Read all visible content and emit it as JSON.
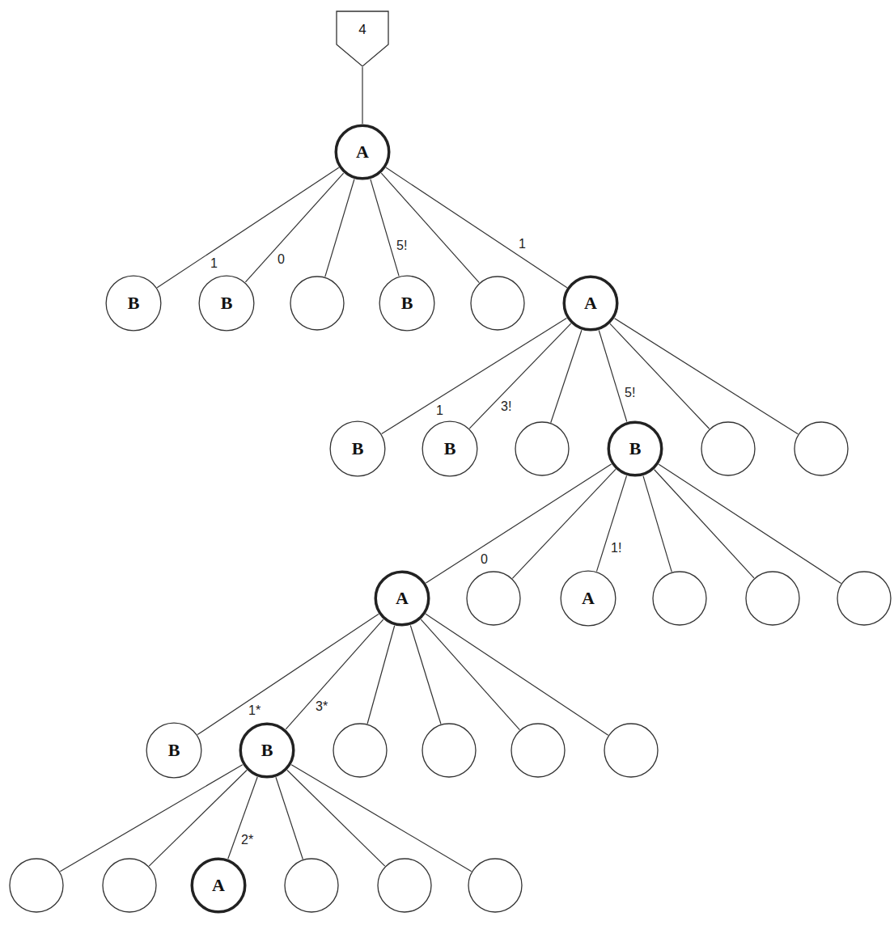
{
  "diagram": {
    "nodes": [
      {
        "text": [
          "4"
        ]
      },
      {
        "text": [
          "A"
        ]
      },
      {
        "text": [
          "B"
        ]
      },
      {
        "text": [
          "B"
        ]
      },
      {
        "text": [
          "B"
        ]
      },
      {
        "text": [
          "A"
        ]
      },
      {
        "text": [
          "B"
        ]
      },
      {
        "text": [
          "B"
        ]
      },
      {
        "text": [
          "B"
        ]
      },
      {
        "text": [
          "A"
        ]
      },
      {
        "text": [
          "A"
        ]
      },
      {
        "text": [
          "B"
        ]
      },
      {
        "text": [
          "B"
        ]
      },
      {
        "text": [
          "A"
        ]
      }
    ],
    "edges": [
      {
        "from": 0,
        "to": 1,
        "arrow": "none"
      },
      {
        "from": 1,
        "to": 2,
        "label": "1",
        "arrow": "none"
      },
      {
        "from": 1,
        "to": 3,
        "label": "0",
        "arrow": "none"
      },
      {
        "from": 1,
        "to": 4,
        "label": "5!",
        "arrow": "none"
      },
      {
        "from": 1,
        "to": 5,
        "label": "1",
        "arrow": "none"
      },
      {
        "from": 5,
        "to": 6,
        "label": "1",
        "arrow": "none"
      },
      {
        "from": 5,
        "to": 7,
        "label": "3!",
        "arrow": "none"
      },
      {
        "from": 5,
        "to": 8,
        "label": "5!",
        "arrow": "none"
      },
      {
        "from": 8,
        "to": 9,
        "label": "0",
        "arrow": "none"
      },
      {
        "from": 8,
        "to": 10,
        "label": "1!",
        "arrow": "none"
      },
      {
        "from": 9,
        "to": 11,
        "label": "1*",
        "arrow": "none"
      },
      {
        "from": 9,
        "to": 12,
        "label": "3*",
        "arrow": "none"
      },
      {
        "from": 12,
        "to": 13,
        "label": "2*",
        "arrow": "none"
      }
    ]
  }
}
